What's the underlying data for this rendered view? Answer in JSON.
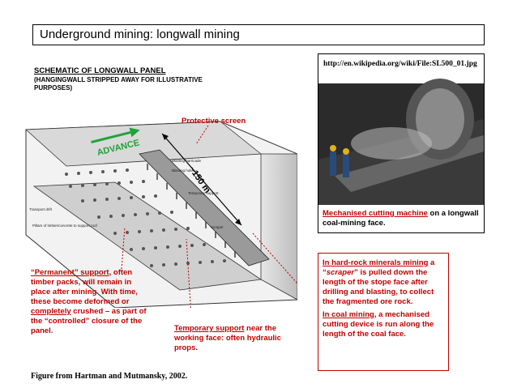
{
  "title": "Underground mining: longwall mining",
  "schematic": {
    "title": "SCHEMATIC OF LONGWALL PANEL",
    "subtitle": "(HANGINGWALL STRIPPED AWAY FOR ILLUSTRATIVE PURPOSES)"
  },
  "diagram": {
    "advance_label": "ADVANCE",
    "length_label": "~150 m",
    "protective_screen": "Protective screen",
    "small_labels": {
      "transport_drift": "Transport drift",
      "pillars": "Pillars of timber/concrete to support roof",
      "blasting_barricade": "Blasting barricade",
      "blasting_holes": "Blasting holes",
      "temporary_support": "Temporary support",
      "scraper": "Scraper"
    },
    "colors": {
      "red": "#c00000",
      "green": "#1fa33a"
    }
  },
  "photo": {
    "url_text": "http://en.wikipedia.org/wiki/File:SL500_01.jpg",
    "caption_link": "Mechanised cutting machine",
    "caption_rest": " on a longwall coal-mining face."
  },
  "hard_rock": {
    "p1_link": "In hard-rock minerals mining",
    "p1_a": " a “",
    "p1_scraper": "scraper",
    "p1_b": "” is pulled down the length of the stope face after drilling and blasting, to collect the fragmented ore rock.",
    "p2_link": "In coal mining",
    "p2_rest": ", a mechanised cutting device is run along the length of the coal face."
  },
  "permanent": {
    "a": "“Permanent” support",
    "b": ", often timber packs, will remain in place after mining.  With time, these become deformed or ",
    "c": "completely",
    "d": " crushed – as part of the “controlled” closure of the panel."
  },
  "temporary": {
    "link": "Temporary support",
    "rest": " near the working face: often hydraulic props."
  },
  "figure_caption": "Figure from Hartman and Mutmansky, 2002."
}
